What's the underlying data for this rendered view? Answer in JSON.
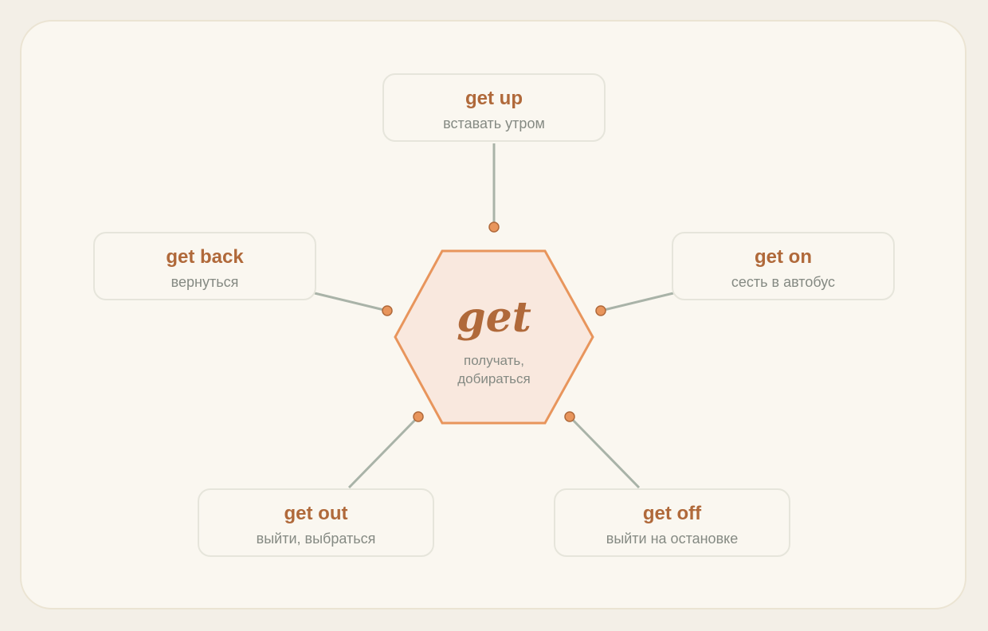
{
  "center": {
    "word": "get",
    "gloss": "получать, добираться"
  },
  "branches": [
    {
      "id": "up",
      "term": "get up",
      "meaning": "вставать утром"
    },
    {
      "id": "back",
      "term": "get back",
      "meaning": "вернуться"
    },
    {
      "id": "on",
      "term": "get on",
      "meaning": "сесть в автобус"
    },
    {
      "id": "out",
      "term": "get out",
      "meaning": "выйти, выбраться"
    },
    {
      "id": "off",
      "term": "get off",
      "meaning": "выйти на остановке"
    }
  ],
  "colors": {
    "accent": "#b0693a",
    "hex_fill": "#f9e8de",
    "hex_stroke": "#e8955c",
    "connector": "#a9b3a8",
    "dot": "#e8955c",
    "muted_text": "#858a83"
  }
}
